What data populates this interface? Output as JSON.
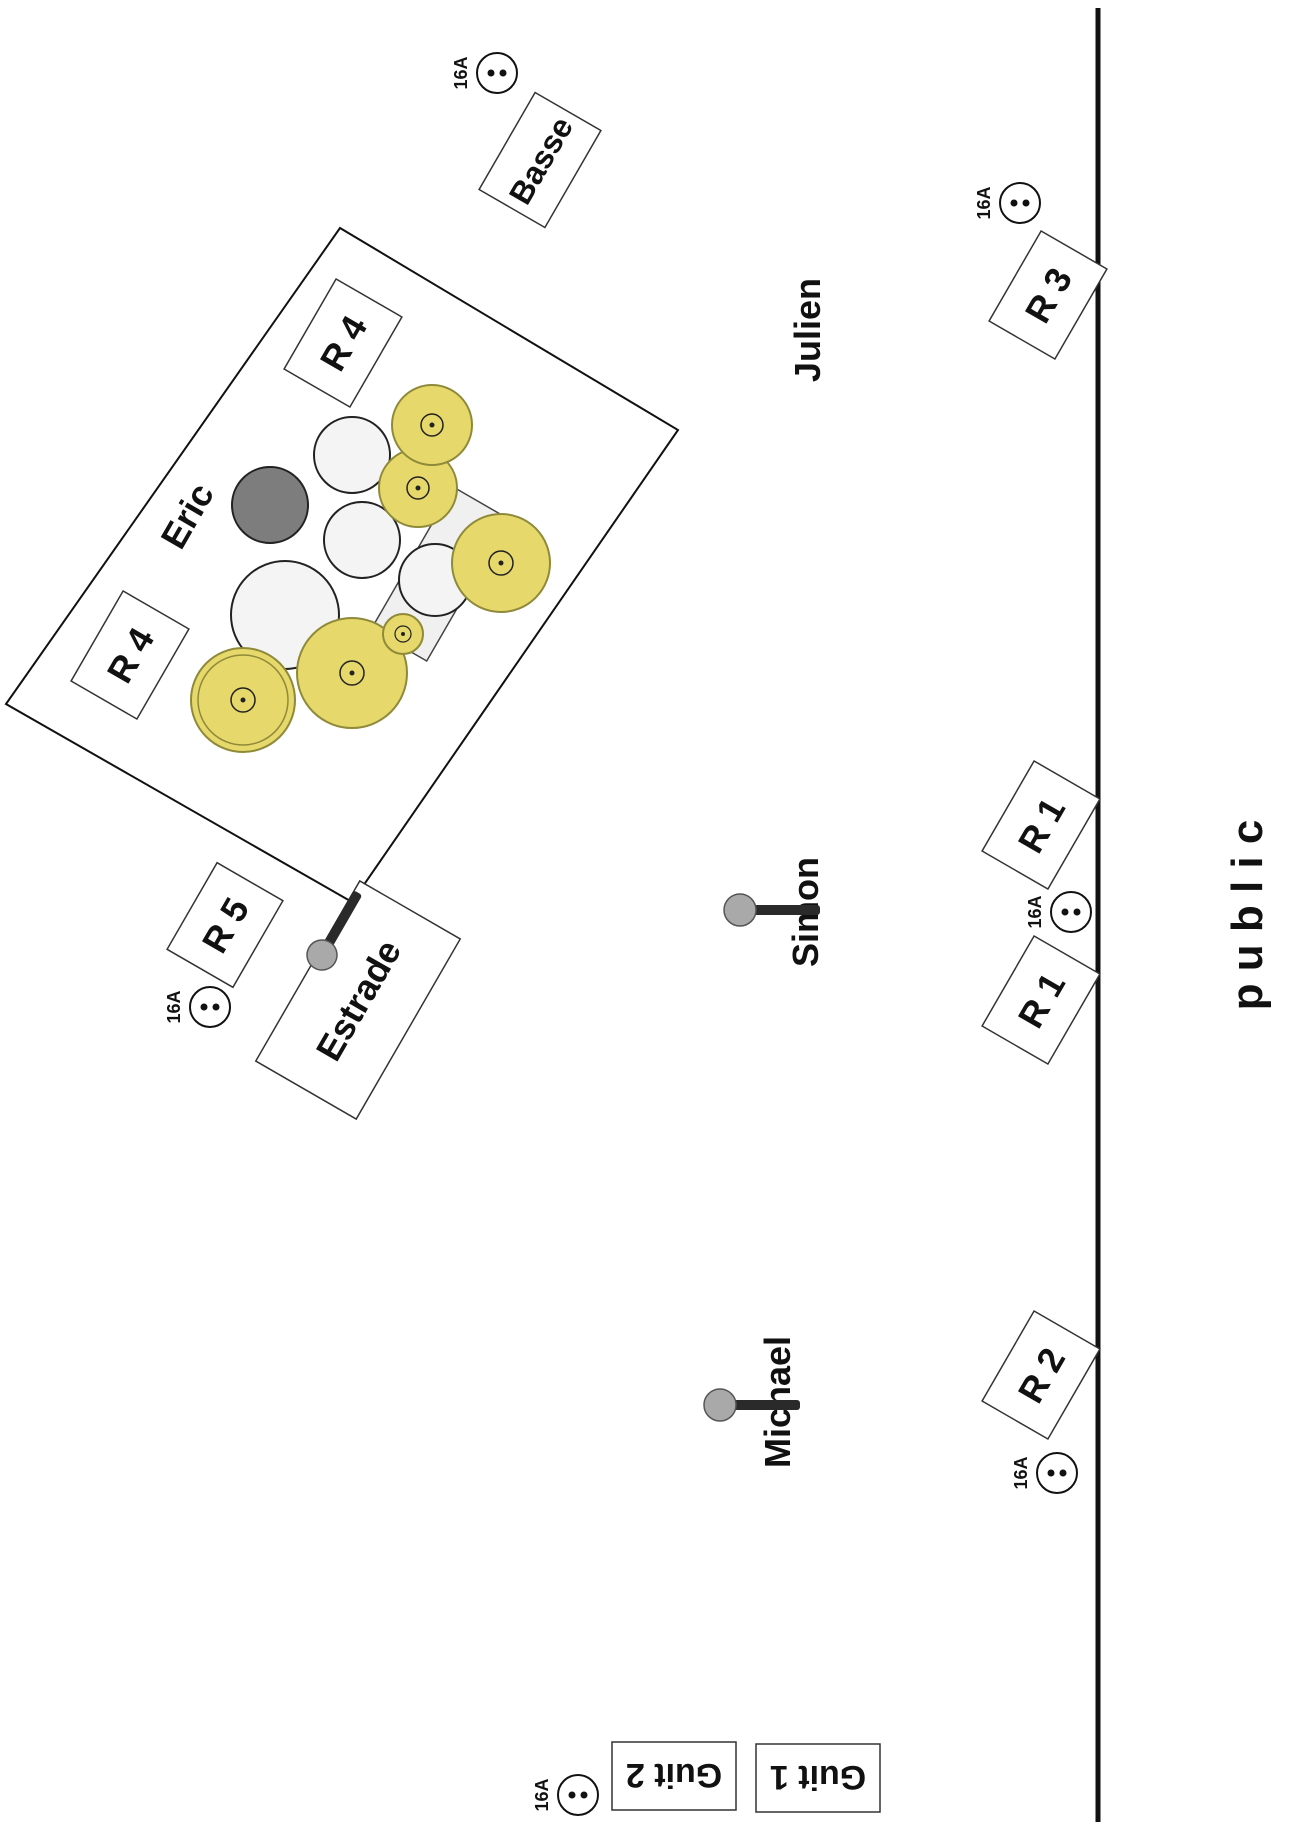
{
  "colors": {
    "line": "#111111",
    "cymbal": "#e6d86a",
    "cymbal_edge": "#8f8a3a",
    "drum": "#f4f4f4",
    "dark_drum": "#7d7d7d",
    "mic": "#2a2a2a"
  },
  "audience": {
    "label": "p u b l i c"
  },
  "socket": {
    "label": "16A"
  },
  "musicians": {
    "eric": "Eric",
    "julien": "Julien",
    "simon": "Simon",
    "michael": "Michael"
  },
  "monitors": {
    "r1": "R 1",
    "r2": "R 2",
    "r3": "R 3",
    "r4": "R 4",
    "r5": "R 5"
  },
  "amps": {
    "basse": "Basse",
    "guit1": "Guit 1",
    "guit2": "Guit 2"
  },
  "riser": {
    "label": "Estrade"
  }
}
